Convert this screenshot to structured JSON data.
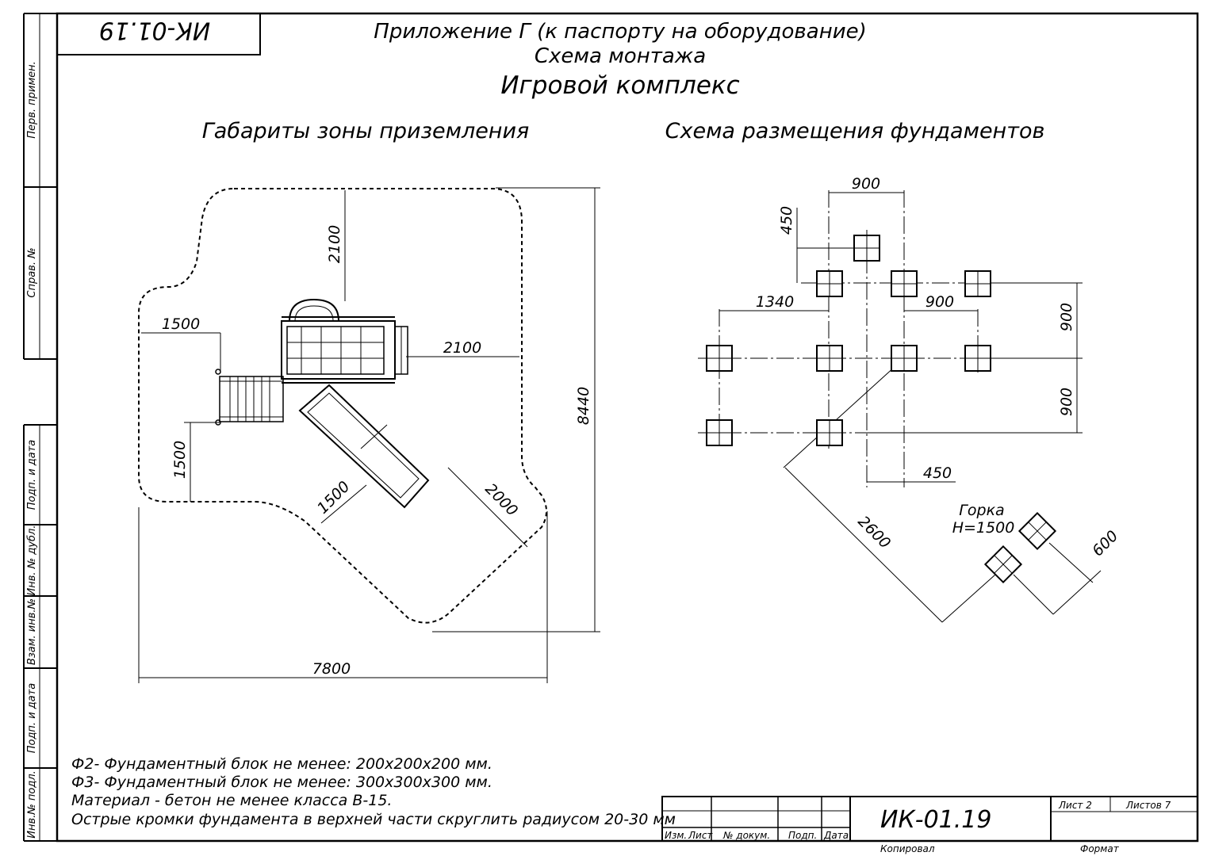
{
  "header": {
    "code_box": "ИК-01.19",
    "title": "Приложение Г (к паспорту на оборудование)",
    "subtitle": "Схема монтажа",
    "object": "Игровой комплекс"
  },
  "left_section": {
    "heading": "Габариты зоны приземления",
    "dimensions": [
      "2100",
      "1500",
      "2100",
      "1500",
      "1500",
      "2000",
      "8440",
      "7800"
    ]
  },
  "right_section": {
    "heading": "Схема размещения фундаментов",
    "dimensions": [
      "900",
      "450",
      "1340",
      "900",
      "900",
      "900",
      "450",
      "2600",
      "600"
    ],
    "slide_label": "Горка",
    "slide_height": "H=1500"
  },
  "notes": [
    "Ф2- Фундаментный блок не менее: 200х200х200 мм.",
    "Ф3- Фундаментный блок не менее: 300х300х300 мм.",
    "Материал - бетон не менее класса В-15.",
    "Острые кромки фундамента в верхней части скруглить радиусом 20-30 мм"
  ],
  "side_strip": [
    "Перв. примен.",
    "Справ. №",
    "Подп. и дата",
    "Инв. № дубл.",
    "Взам. инв.№",
    "Подп. и дата",
    "Инв.№ подл."
  ],
  "stamp": {
    "columns": [
      "Изм.",
      "Лист",
      "№ докум.",
      "Подп.",
      "Дата"
    ],
    "code": "ИК-01.19",
    "sheet": "Лист 2",
    "sheets": "Листов 7",
    "copied": "Копировал",
    "format": "Формат"
  }
}
